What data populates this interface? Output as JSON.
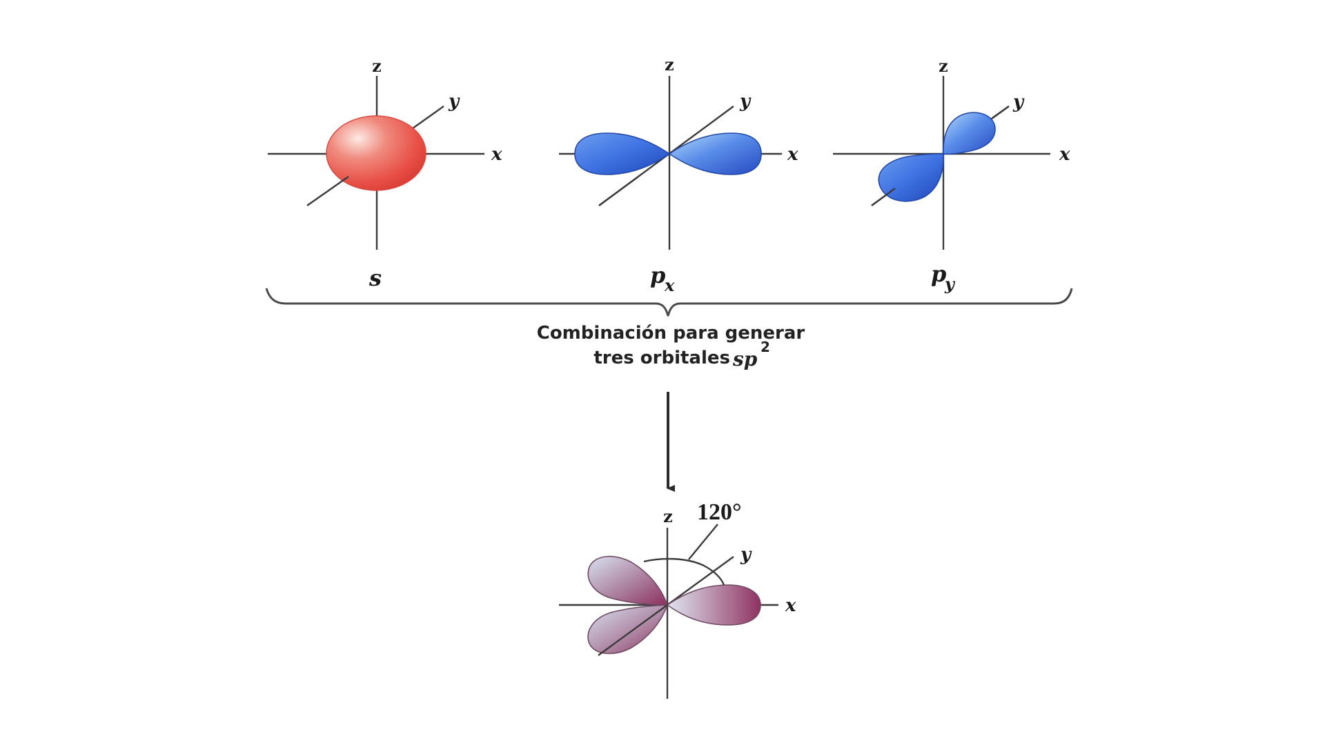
{
  "colors": {
    "background": "#ffffff",
    "s_orbital": "#e8504a",
    "s_highlight": "#fbe2dc",
    "p_orbital": "#3a6de0",
    "p_highlight": "#a9cdf7",
    "p_dark": "#2446b0",
    "sp2_orbital": "#9c4f78",
    "sp2_highlight": "#d6dcec",
    "axis": "#3a3a3a"
  },
  "orbitals": [
    {
      "name": "s",
      "label": "s",
      "subscript": "",
      "axes": {
        "x": "x",
        "y": "y",
        "z": "z"
      }
    },
    {
      "name": "px",
      "label": "p",
      "subscript": "x",
      "axes": {
        "x": "x",
        "y": "y",
        "z": "z"
      }
    },
    {
      "name": "py",
      "label": "p",
      "subscript": "y",
      "axes": {
        "x": "x",
        "y": "y",
        "z": "z"
      }
    }
  ],
  "caption": {
    "line1": "Combinación para generar",
    "line2": "tres orbitales ",
    "line2_italic": "sp",
    "line2_sup": "2"
  },
  "result": {
    "name": "sp2",
    "angle_label": "120°",
    "axes": {
      "x": "x",
      "y": "y",
      "z": "z"
    }
  }
}
